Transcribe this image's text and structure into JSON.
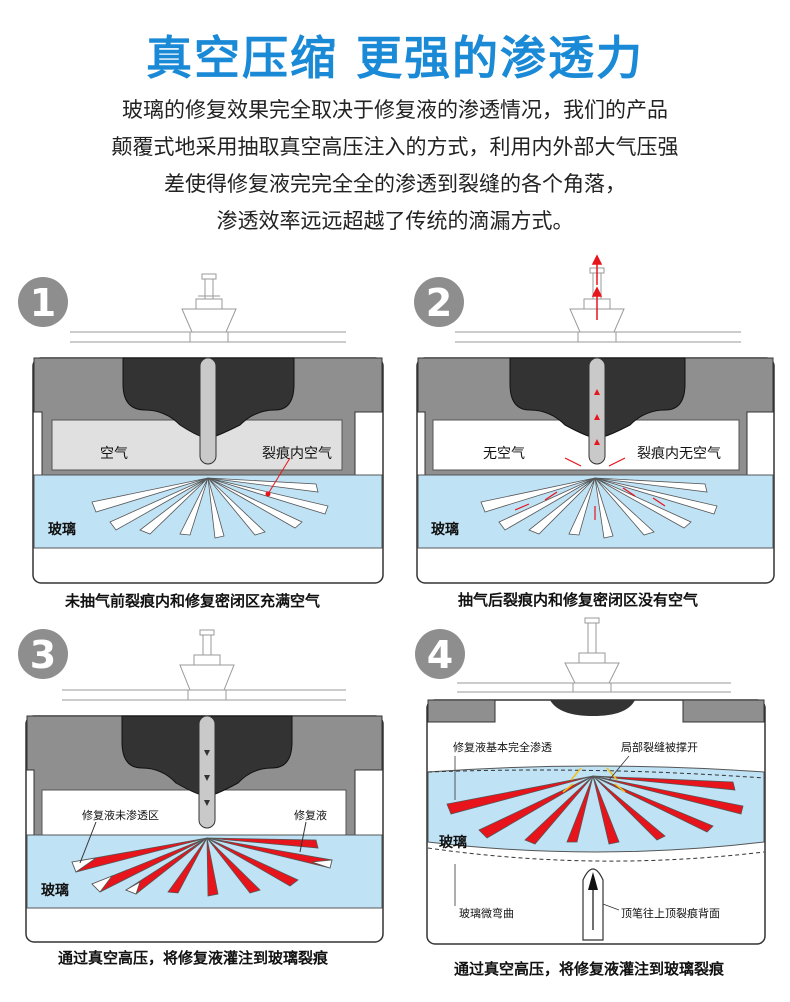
{
  "header": {
    "title": "真空压缩 更强的渗透力",
    "intro_lines": [
      "玻璃的修复效果完全取决于修复液的渗透情况，我们的产品",
      "颠覆式地采用抽取真空高压注入的方式，利用内外部大气压强",
      "差使得修复液完完全全的渗透到裂缝的各个角落，",
      "渗透效率远远超越了传统的滴漏方式。"
    ]
  },
  "panels": [
    {
      "number": "1",
      "labels": {
        "left": "空气",
        "right": "裂痕内空气",
        "glass": "玻璃"
      },
      "caption": "未抽气前裂痕内和修复密闭区充满空气"
    },
    {
      "number": "2",
      "labels": {
        "left": "无空气",
        "right": "裂痕内无空气",
        "glass": "玻璃"
      },
      "caption": "抽气后裂痕内和修复密闭区没有空气"
    },
    {
      "number": "3",
      "labels": {
        "left": "修复液未渗透区",
        "right": "修复液",
        "glass": "玻璃"
      },
      "caption": "通过真空高压，将修复液灌注到玻璃裂痕"
    },
    {
      "number": "4",
      "labels": {
        "top_left": "修复液基本完全渗透",
        "top_right": "局部裂缝被撑开",
        "glass": "玻璃",
        "bottom_left": "玻璃微弯曲",
        "bottom_right": "顶笔往上顶裂痕背面"
      },
      "caption": "通过真空高压，将修复液灌注到玻璃裂痕"
    }
  ],
  "colors": {
    "title": "#1a8ad6",
    "glass": "#bfe2f5",
    "resin": "#e8141b",
    "housing": "#8f8f8f",
    "suction": "#333333",
    "step_circle": "#8e8e8e"
  }
}
